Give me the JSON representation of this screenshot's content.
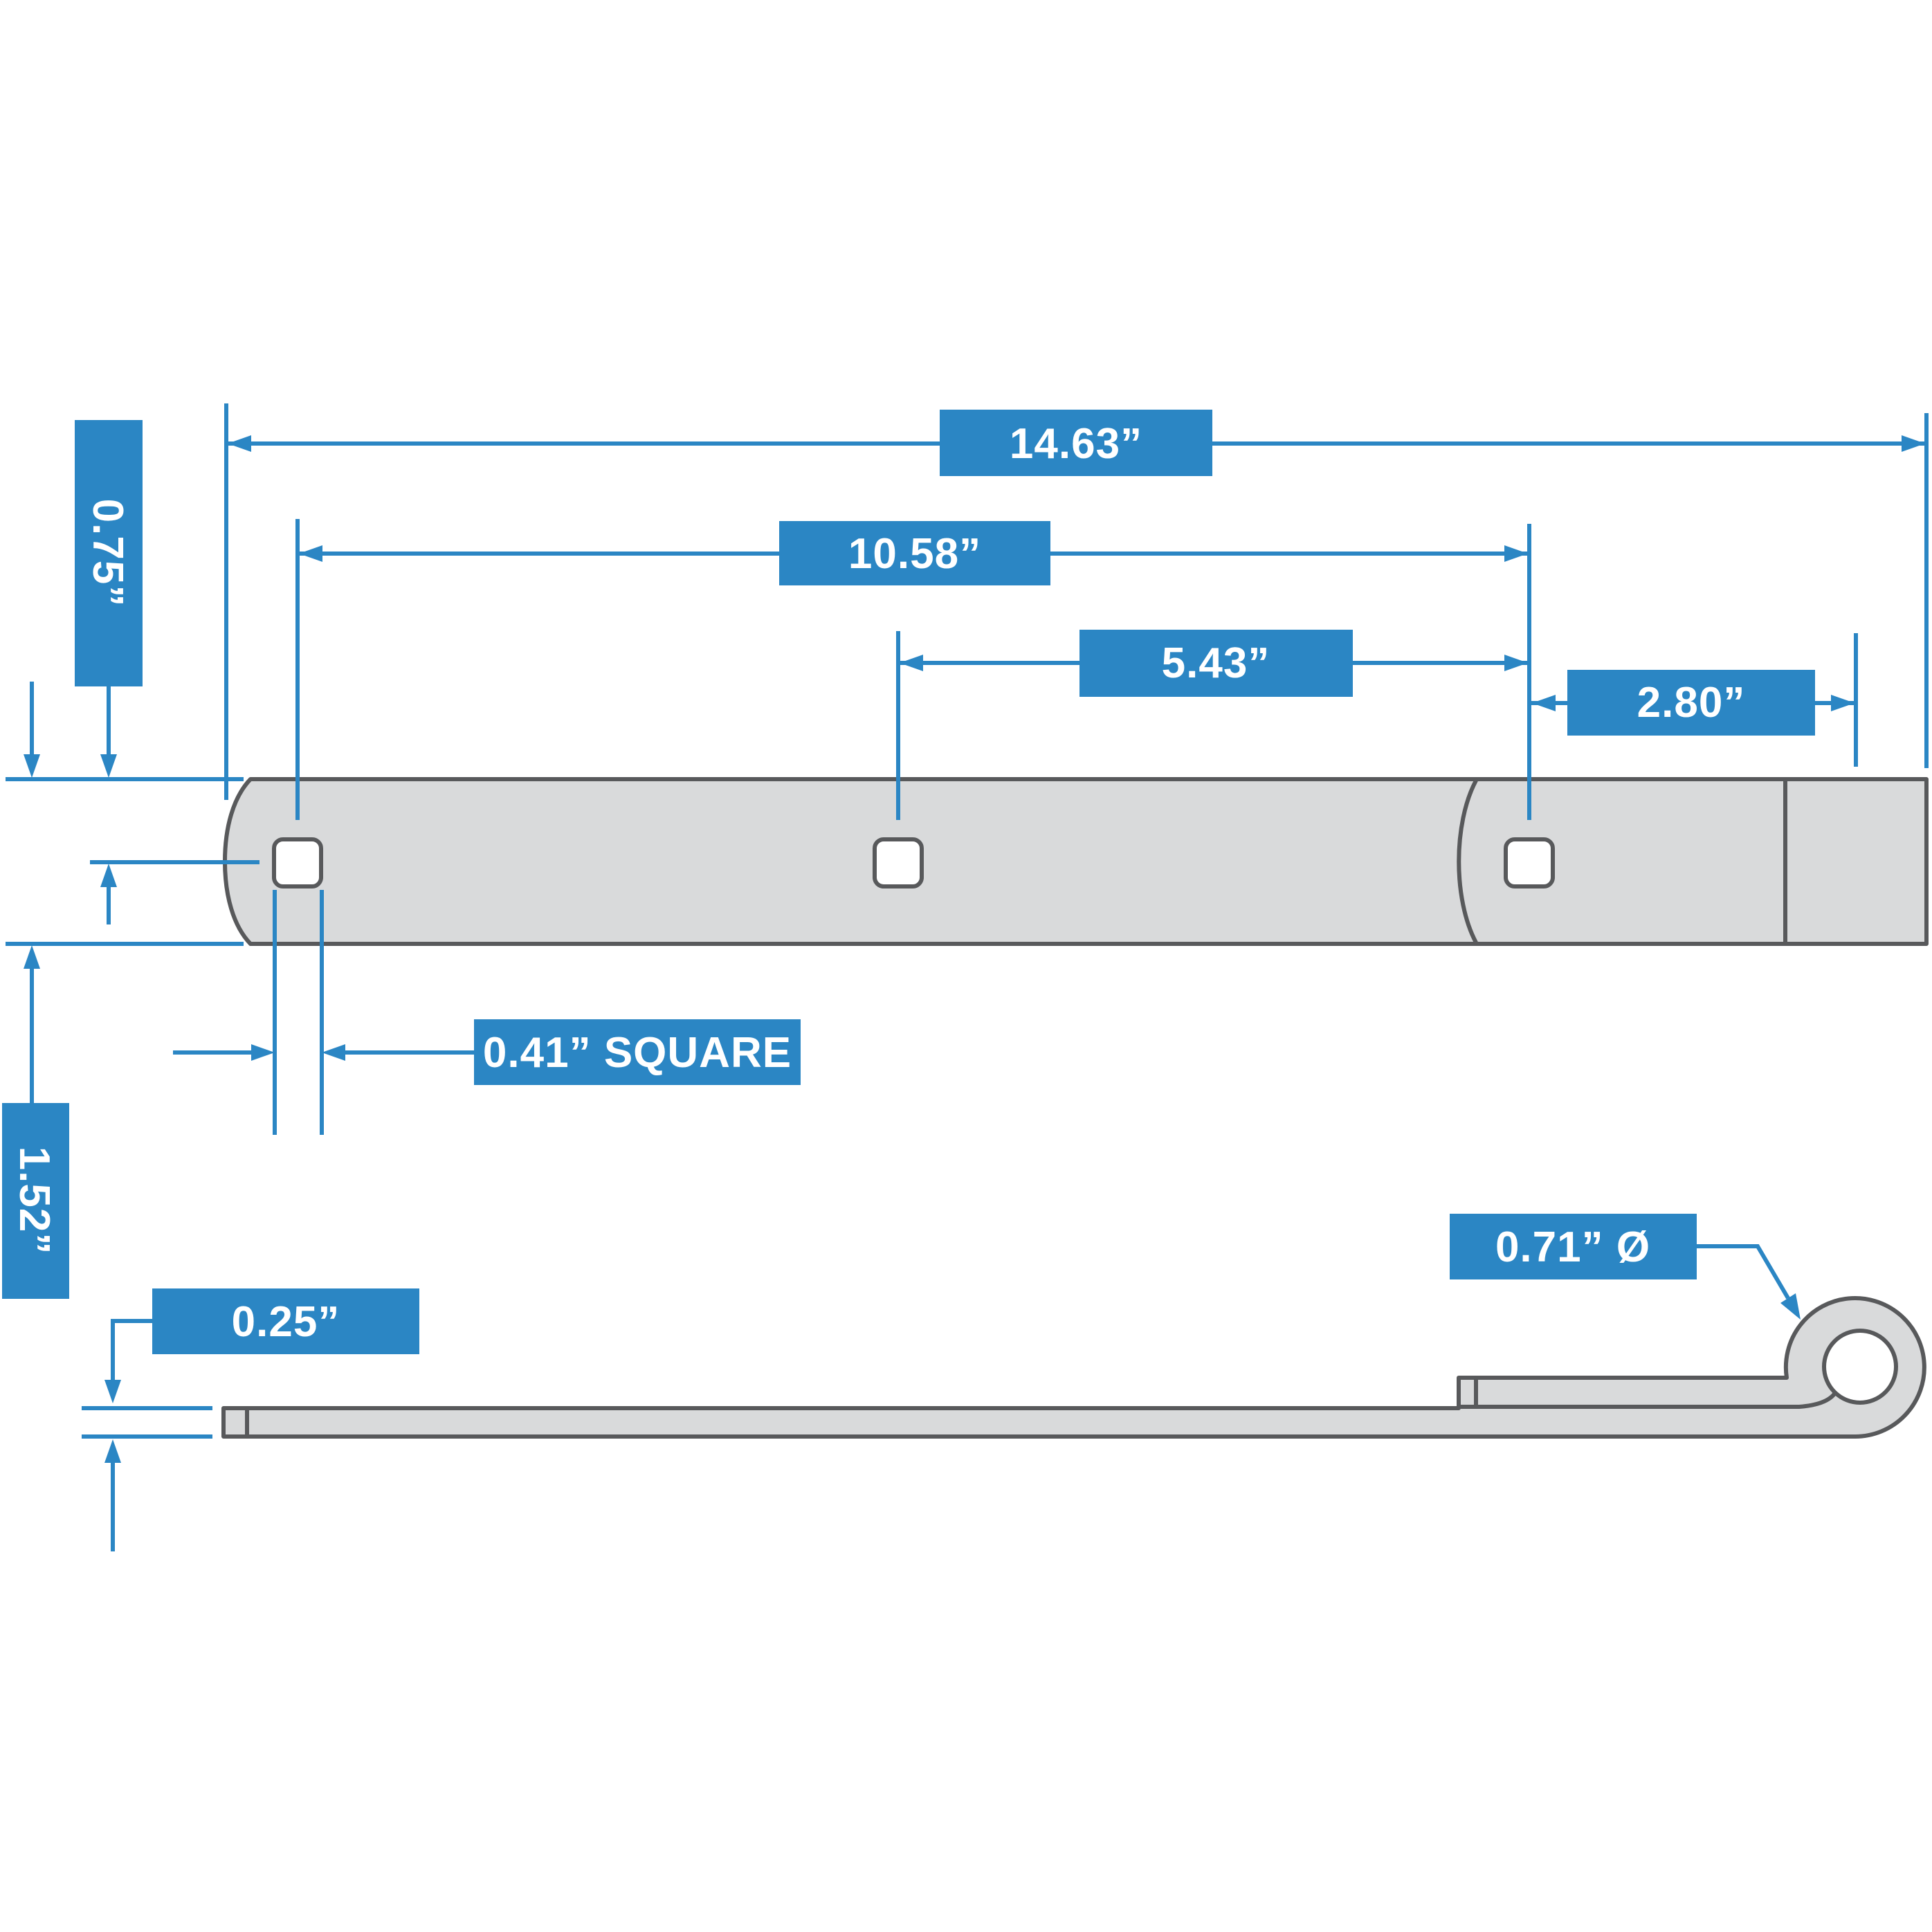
{
  "colors": {
    "accent_blue": "#2b86c4",
    "part_fill": "#d9dadb",
    "part_outline": "#58595b",
    "label_text": "#ffffff",
    "background": "#ffffff"
  },
  "diagram": {
    "kind": "technical-dimension-drawing",
    "subject": "strap hinge - top view and side profile view"
  },
  "dimensions": {
    "overall_length": "14.63”",
    "hole1_to_hole3": "10.58”",
    "hole2_to_hole3": "5.43”",
    "hole3_to_end": "2.80”",
    "edge_to_hole_center": "0.75”",
    "strap_width": "1.52”",
    "hole_size": "0.41” SQUARE",
    "thickness": "0.25”",
    "eye_diameter": "0.71” Ø"
  }
}
